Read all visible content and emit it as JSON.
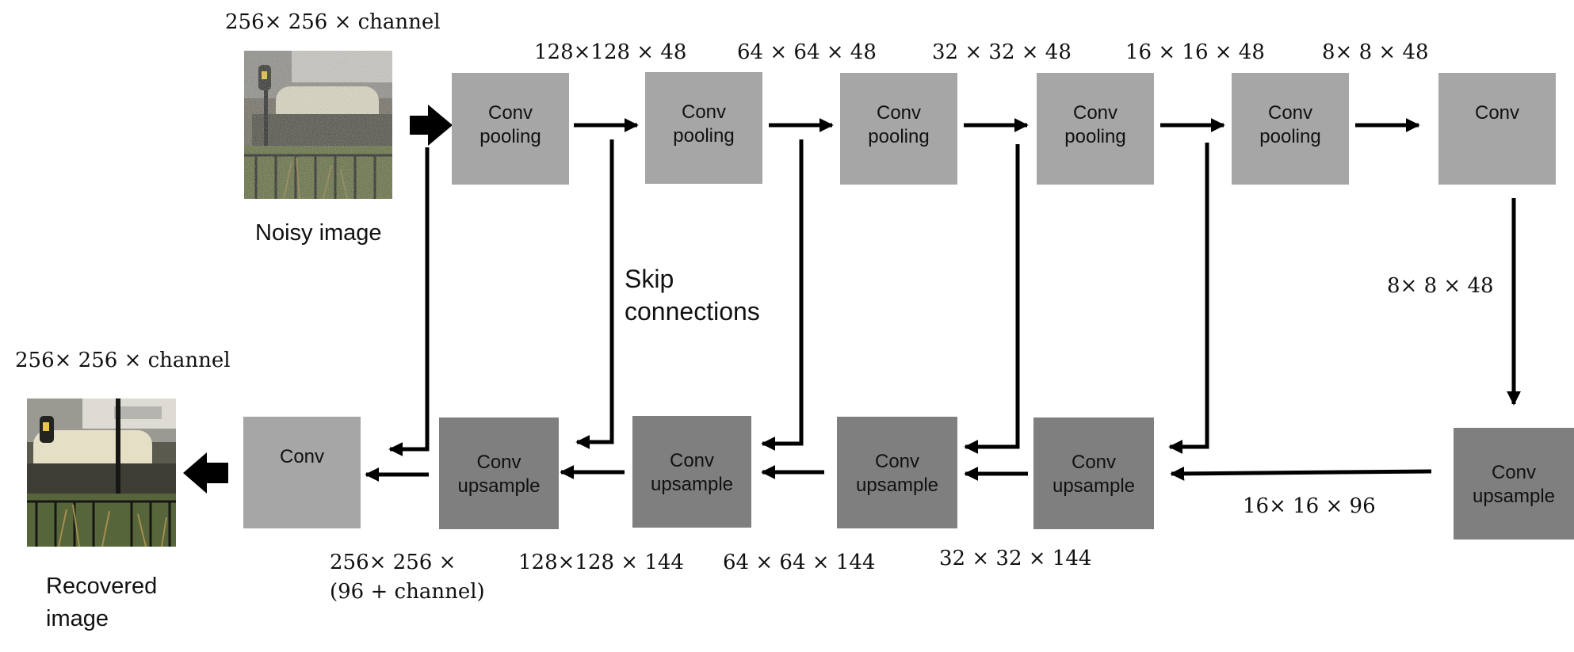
{
  "input": {
    "dim_label": "256× 256 × channel",
    "caption": "Noisy image"
  },
  "output": {
    "dim_label": "256× 256 × channel",
    "caption_line1": "Recovered",
    "caption_line2": "image"
  },
  "encoder": {
    "blocks": [
      {
        "line1": "Conv",
        "line2": "pooling",
        "out_dim": "128×128 × 48"
      },
      {
        "line1": "Conv",
        "line2": "pooling",
        "out_dim": "64 × 64 × 48"
      },
      {
        "line1": "Conv",
        "line2": "pooling",
        "out_dim": "32 × 32 × 48"
      },
      {
        "line1": "Conv",
        "line2": "pooling",
        "out_dim": "16 × 16 × 48"
      },
      {
        "line1": "Conv",
        "line2": "pooling",
        "out_dim": "8× 8 × 48"
      }
    ],
    "bottom_conv": {
      "line1": "Conv"
    }
  },
  "bottleneck": {
    "down_dim": "8× 8 × 48",
    "upsample": {
      "line1": "Conv",
      "line2": "upsample"
    },
    "out_dim": "16× 16 × 96"
  },
  "decoder": {
    "blocks": [
      {
        "line1": "Conv",
        "line2": "upsample",
        "out_dim": "32 × 32 × 144"
      },
      {
        "line1": "Conv",
        "line2": "upsample",
        "out_dim": "64 × 64 ×  144"
      },
      {
        "line1": "Conv",
        "line2": "upsample",
        "out_dim": "128×128 × 144"
      },
      {
        "line1": "Conv",
        "line2": "upsample",
        "out_dim_line1": "256× 256 ×",
        "out_dim_line2": "(96 + channel)"
      }
    ],
    "final_conv": {
      "line1": "Conv"
    }
  },
  "skip_label": {
    "line1": "Skip",
    "line2": "connections"
  },
  "colors": {
    "encoder_box": "#a6a6a6",
    "decoder_box": "#7f7f7f",
    "arrow": "#000000"
  }
}
